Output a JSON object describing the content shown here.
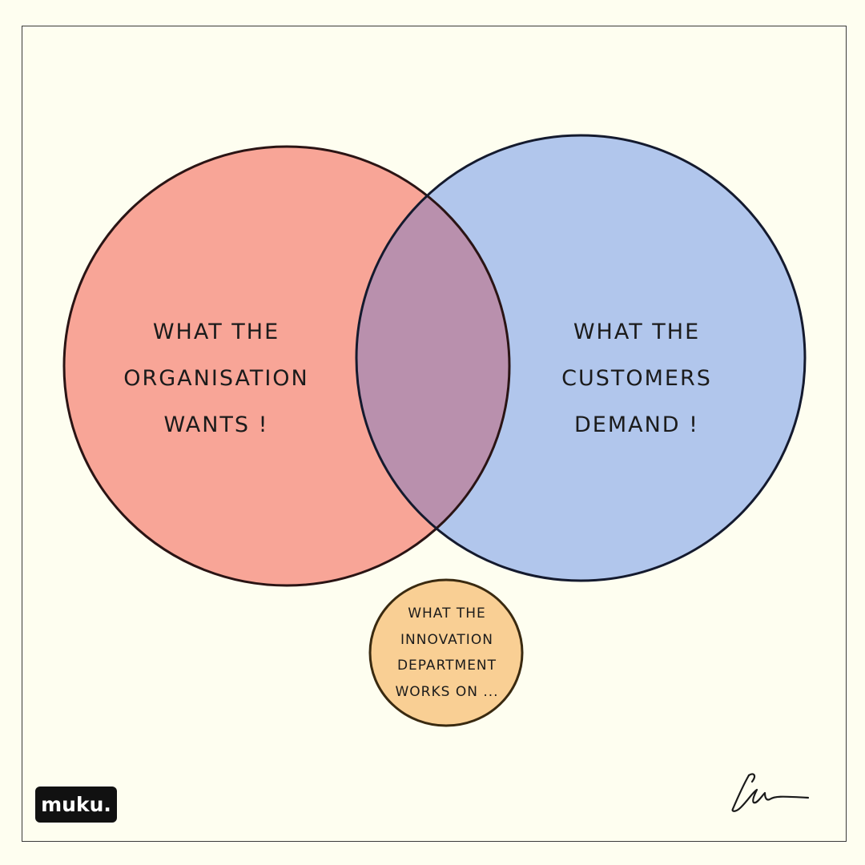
{
  "colors": {
    "background": "#fefef0",
    "left_circle": "#f8a597",
    "right_circle": "#b1c6ec",
    "overlap": "#b990ad",
    "small_circle": "#f9cf94",
    "outline": "#1d1d1d"
  },
  "venn": {
    "left": {
      "lines": [
        "WHAT THE",
        "ORGANISATION",
        "WANTS !"
      ]
    },
    "right": {
      "lines": [
        "WHAT THE",
        "CUSTOMERS",
        "DEMAND !"
      ]
    },
    "small": {
      "lines": [
        "WHAT THE",
        "INNOVATION",
        "DEPARTMENT",
        "WORKS ON ..."
      ]
    }
  },
  "logo": {
    "text": "muku.",
    "icon": "muku-logo-icon"
  },
  "signature": {
    "icon": "signature-icon"
  }
}
